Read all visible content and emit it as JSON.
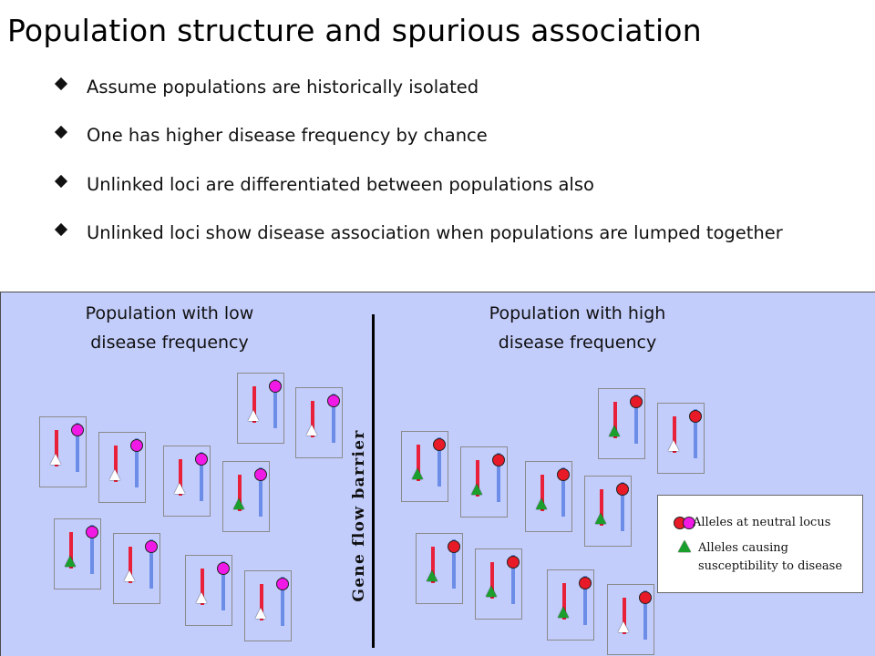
{
  "title": "Population structure and spurious association",
  "bullets": [
    "Assume populations are historically isolated",
    "One has higher disease frequency by chance",
    "Unlinked loci are differentiated between populations also",
    "Unlinked loci show disease association when populations are lumped together"
  ],
  "panel": {
    "left_title": "Population with low disease frequency",
    "right_title": "Population with high disease frequency",
    "barrier_label": "Gene flow barrier"
  },
  "legend": {
    "neutral_label": "Alleles at neutral locus",
    "disease_label": "Alleles causing susceptibility to disease"
  },
  "colors": {
    "panel_bg": "#c3cdfb",
    "neutral_red": "#e81a28",
    "neutral_magenta": "#f019e6",
    "disease_green": "#1a9e2c",
    "red_bar": "#e8203a",
    "blue_bar": "#6b8de8"
  },
  "individuals_left": [
    {
      "tri": "white",
      "circle": "magenta"
    },
    {
      "tri": "white",
      "circle": "magenta"
    },
    {
      "tri": "white",
      "circle": "magenta"
    },
    {
      "tri": "green",
      "circle": "magenta"
    },
    {
      "tri": "white",
      "circle": "magenta"
    },
    {
      "tri": "white",
      "circle": "magenta"
    },
    {
      "tri": "green",
      "circle": "magenta"
    },
    {
      "tri": "white",
      "circle": "magenta"
    },
    {
      "tri": "white",
      "circle": "magenta"
    },
    {
      "tri": "white",
      "circle": "magenta"
    }
  ],
  "individuals_right": [
    {
      "tri": "green",
      "circle": "red"
    },
    {
      "tri": "green",
      "circle": "red"
    },
    {
      "tri": "green",
      "circle": "red"
    },
    {
      "tri": "green",
      "circle": "red"
    },
    {
      "tri": "green",
      "circle": "red"
    },
    {
      "tri": "white",
      "circle": "red"
    },
    {
      "tri": "green",
      "circle": "red"
    },
    {
      "tri": "green",
      "circle": "red"
    },
    {
      "tri": "green",
      "circle": "red"
    },
    {
      "tri": "white",
      "circle": "red"
    }
  ]
}
